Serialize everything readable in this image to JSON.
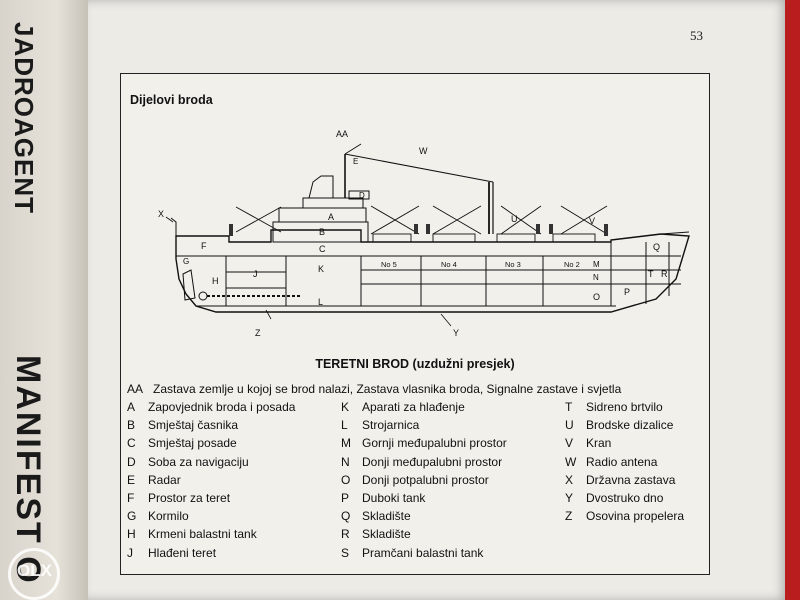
{
  "book": {
    "spine_top": "JADROAGENT",
    "spine_bottom": "MANIFEST O",
    "page_number": "53"
  },
  "watermark": {
    "text": "OLX"
  },
  "figure": {
    "title": "Dijelovi broda",
    "diagram_title": "TERETNI BROD (uzdužni presjek)",
    "hold_labels": [
      "No 5",
      "No 4",
      "No 3",
      "No 2"
    ],
    "part_letters": [
      "AA",
      "W",
      "E",
      "D",
      "X",
      "A",
      "B",
      "C",
      "F",
      "G",
      "H",
      "J",
      "K",
      "L",
      "U",
      "V",
      "Q",
      "M",
      "N",
      "O",
      "P",
      "T",
      "R",
      "Z",
      "Y"
    ],
    "aa_line": {
      "key": "AA",
      "text": "Zastava zemlje u kojoj se brod nalazi, Zastava vlasnika broda, Signalne zastave i svjetla"
    },
    "legend": [
      [
        {
          "key": "A",
          "text": "Zapovjednik broda i posada"
        },
        {
          "key": "B",
          "text": "Smještaj časnika"
        },
        {
          "key": "C",
          "text": "Smještaj posade"
        },
        {
          "key": "D",
          "text": "Soba za navigaciju"
        },
        {
          "key": "E",
          "text": "Radar"
        },
        {
          "key": "F",
          "text": "Prostor za teret"
        },
        {
          "key": "G",
          "text": "Kormilo"
        },
        {
          "key": "H",
          "text": "Krmeni balastni tank"
        },
        {
          "key": "J",
          "text": "Hlađeni teret"
        }
      ],
      [
        {
          "key": "K",
          "text": "Aparati za hlađenje"
        },
        {
          "key": "L",
          "text": "Strojarnica"
        },
        {
          "key": "M",
          "text": "Gornji međupalubni prostor"
        },
        {
          "key": "N",
          "text": "Donji međupalubni prostor"
        },
        {
          "key": "O",
          "text": "Donji potpalubni prostor"
        },
        {
          "key": "P",
          "text": "Duboki tank"
        },
        {
          "key": "Q",
          "text": "Skladište"
        },
        {
          "key": "R",
          "text": "Skladište"
        },
        {
          "key": "S",
          "text": "Pramčani balastni tank"
        }
      ],
      [
        {
          "key": "T",
          "text": "Sidreno brtvilo"
        },
        {
          "key": "U",
          "text": "Brodske dizalice"
        },
        {
          "key": "V",
          "text": "Kran"
        },
        {
          "key": "W",
          "text": "Radio antena"
        },
        {
          "key": "X",
          "text": "Državna zastava"
        },
        {
          "key": "Y",
          "text": "Dvostruko dno"
        },
        {
          "key": "Z",
          "text": "Osovina propelera"
        }
      ]
    ]
  }
}
